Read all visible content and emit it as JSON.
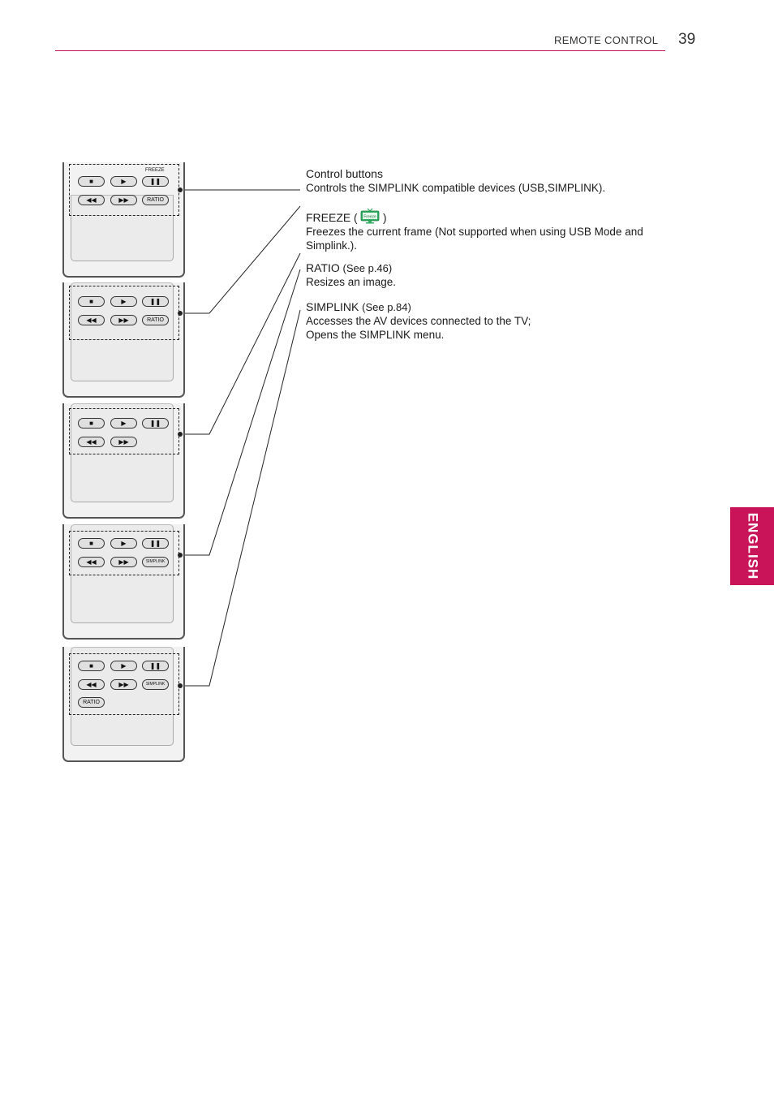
{
  "header": {
    "section_title": "REMOTE CONTROL",
    "page_number": "39"
  },
  "language_tab": "ENGLISH",
  "remotes": [
    {
      "top_label": "FREEZE",
      "row2_right": "RATIO"
    },
    {
      "row2_right": "RATIO"
    },
    {},
    {
      "row2_right": "SIMPLINK"
    },
    {
      "row2_right": "SIMPLINK",
      "row3_left": "RATIO"
    }
  ],
  "descriptions": [
    {
      "term": "Control buttons",
      "ref": "",
      "lines": [
        "Controls the SIMPLINK compatible devices (USB,SIMPLINK)."
      ]
    },
    {
      "term": "FREEZE",
      "icon": "freeze-tv-icon",
      "lines": [
        "Freezes the current frame (Not supported when using USB Mode and",
        "Simplink.)."
      ]
    },
    {
      "term": "RATIO",
      "ref": "(See p.46)",
      "lines": [
        "Resizes an image."
      ]
    },
    {
      "term": "SIMPLINK",
      "ref": "(See p.84)",
      "lines": [
        "Accesses the AV devices connected to the TV;",
        "Opens the SIMPLINK menu."
      ]
    }
  ],
  "freeze_icon_text": "Freeze",
  "colors": {
    "accent": "#c9145a",
    "icon_green": "#2fae5f"
  }
}
